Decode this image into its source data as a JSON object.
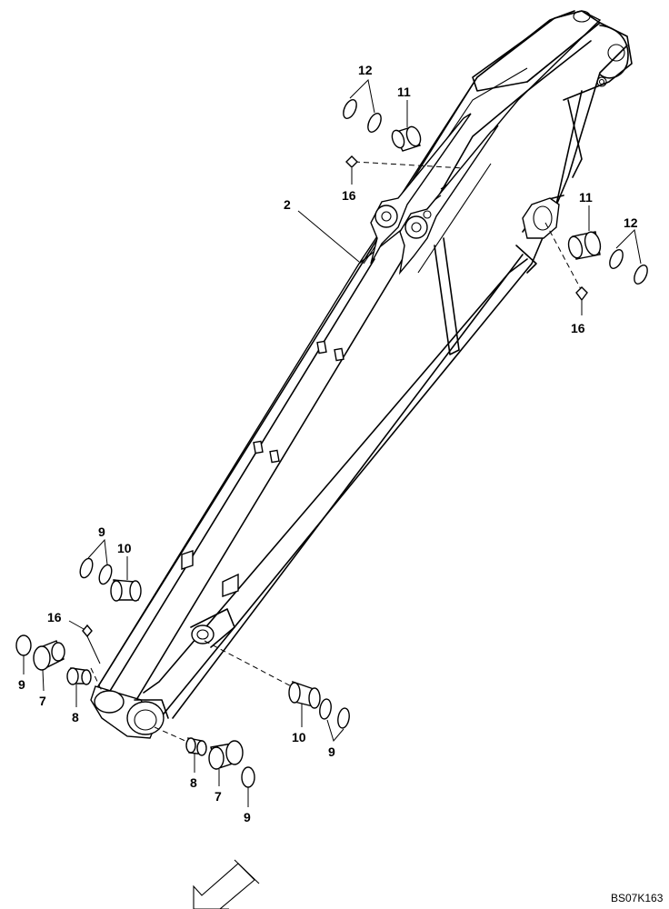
{
  "labels": {
    "boom": "2",
    "bushing_top_left": "11",
    "shim_top_left": "12",
    "fitting_top_left": "16",
    "bushing_top_right": "11",
    "shim_top_right": "12",
    "fitting_top_right": "16",
    "shim_mid_left": "9",
    "bushing_mid_left": "10",
    "fitting_bottom_left": "16",
    "shim_bottom_far_left": "9",
    "seal_bottom_left": "7",
    "bushing_bottom_left": "8",
    "bushing_bottom_right": "10",
    "shim_bottom_right": "9",
    "bushing_foot_center": "8",
    "seal_foot_center": "7",
    "shim_foot_center": "9"
  },
  "drawing_code": "BS07K163"
}
